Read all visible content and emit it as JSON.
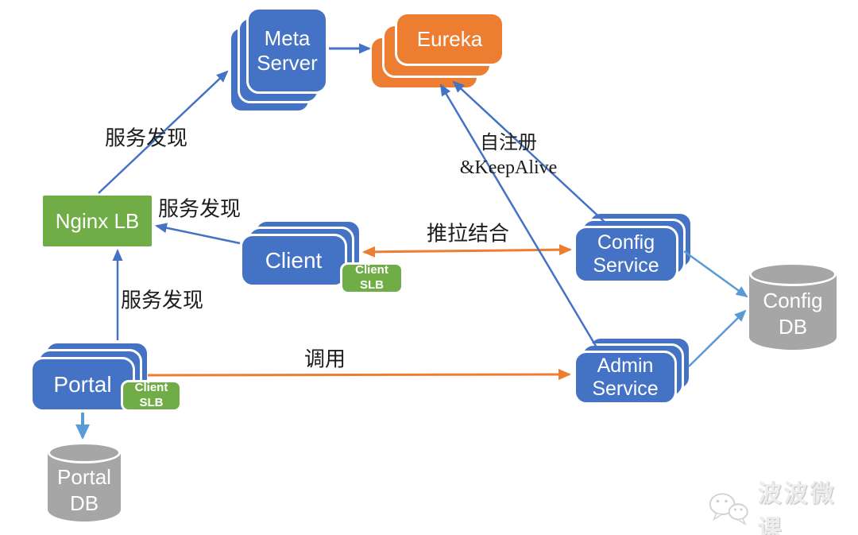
{
  "diagram": {
    "nodes": {
      "meta_server": {
        "line1": "Meta",
        "line2": "Server"
      },
      "eureka": {
        "label": "Eureka"
      },
      "nginx_lb": {
        "label": "Nginx LB"
      },
      "client": {
        "label": "Client"
      },
      "client_slb": {
        "line1": "Client",
        "line2": "SLB"
      },
      "config_service": {
        "line1": "Config",
        "line2": "Service"
      },
      "admin_service": {
        "line1": "Admin",
        "line2": "Service"
      },
      "portal": {
        "label": "Portal"
      },
      "portal_slb": {
        "line1": "Client",
        "line2": "SLB"
      },
      "config_db": {
        "line1": "Config",
        "line2": "DB"
      },
      "portal_db": {
        "line1": "Portal",
        "line2": "DB"
      }
    },
    "edges": {
      "nginx_to_meta_label": "服务发现",
      "client_to_nginx_label": "服务发现",
      "portal_to_nginx_label": "服务发现",
      "register_line1": "自注册",
      "register_line2": "&KeepAlive",
      "push_pull_label": "推拉结合",
      "invoke_label": "调用"
    },
    "colors": {
      "node_blue": "#4472C4",
      "node_orange": "#ED7D31",
      "node_green": "#70AD47",
      "db_gray": "#A6A6A6",
      "arrow_blue": "#4472C4",
      "arrow_light_blue": "#5B9BD5",
      "arrow_orange": "#ED7D31"
    },
    "watermark": {
      "label": "波波微课",
      "icon": "wechat-icon"
    }
  }
}
